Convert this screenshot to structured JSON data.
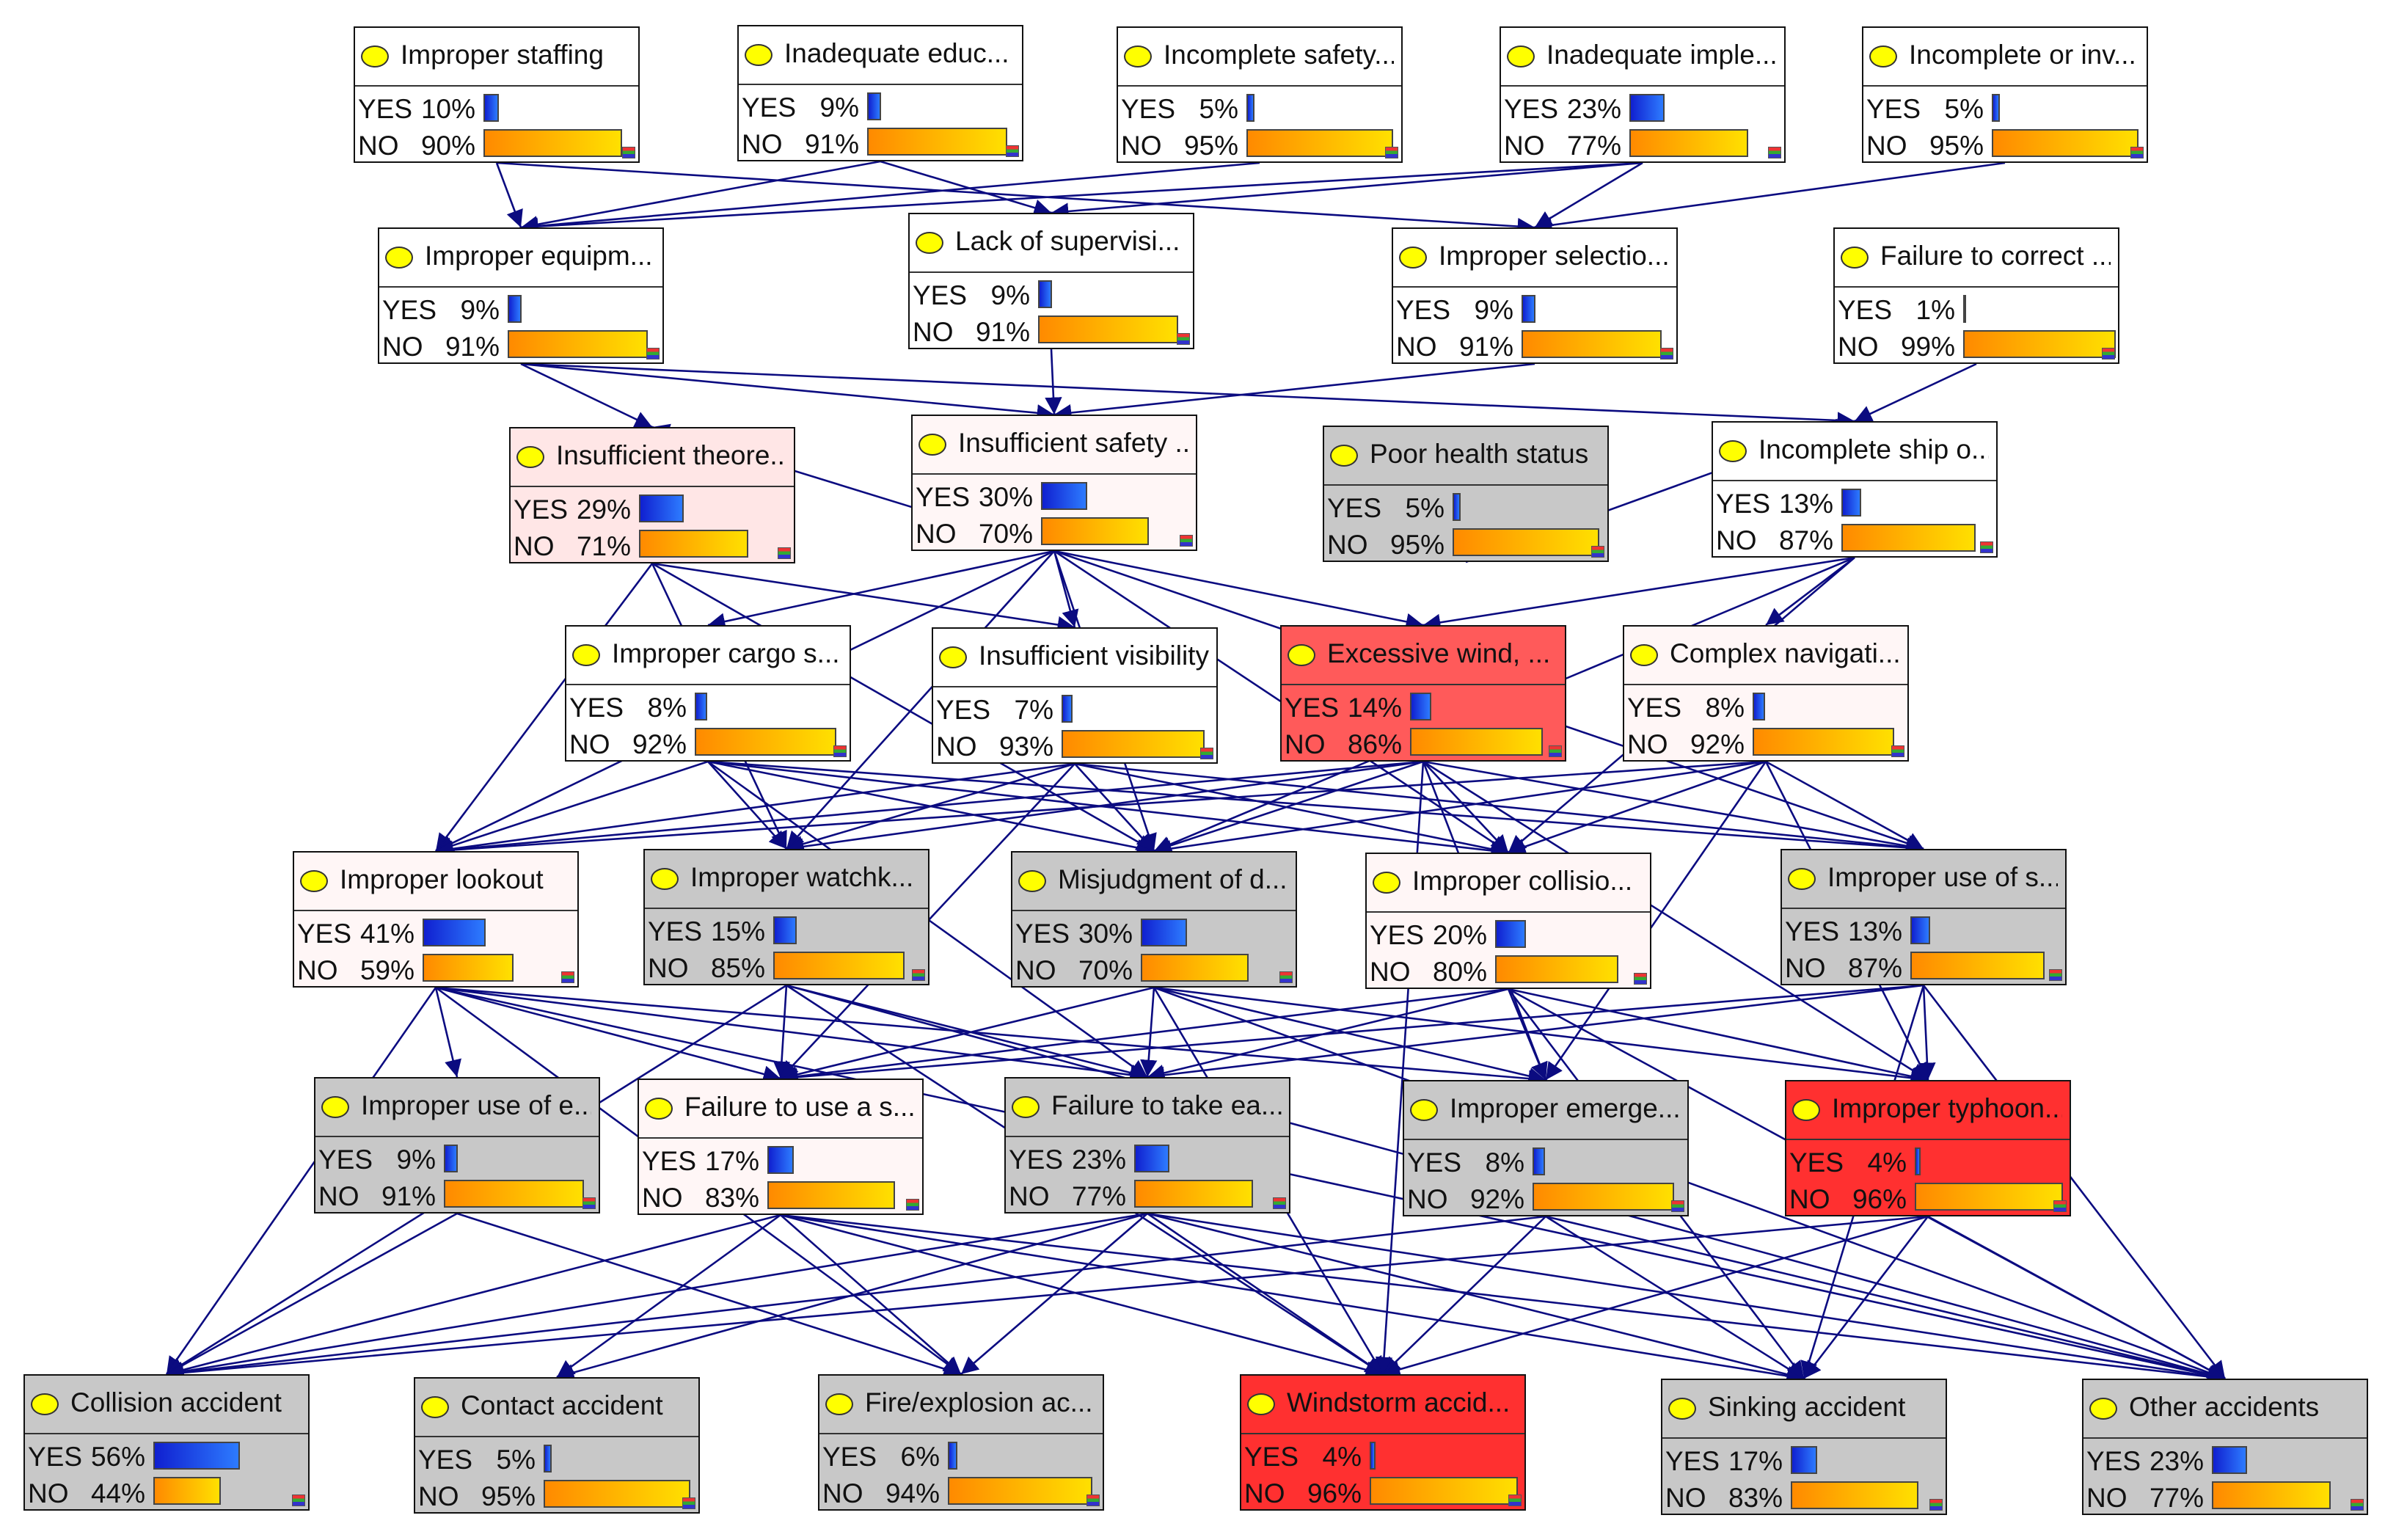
{
  "diagram": {
    "colors": {
      "edge": "#0b0b80",
      "bulb": "#ffff00",
      "bar_yes": "#1e4fff",
      "bar_no": "#ff9a00"
    },
    "nodes": [
      {
        "id": "n1",
        "title": "Improper staffing",
        "yes_label": "YES",
        "yes_pct": "10%",
        "yes": 0.1,
        "no_label": "NO",
        "no_pct": "90%",
        "no": 0.9,
        "bg": "white"
      },
      {
        "id": "n2",
        "title": "Inadequate educ...",
        "yes_label": "YES",
        "yes_pct": "9%",
        "yes": 0.09,
        "no_label": "NO",
        "no_pct": "91%",
        "no": 0.91,
        "bg": "white"
      },
      {
        "id": "n3",
        "title": "Incomplete safety...",
        "yes_label": "YES",
        "yes_pct": "5%",
        "yes": 0.05,
        "no_label": "NO",
        "no_pct": "95%",
        "no": 0.95,
        "bg": "white"
      },
      {
        "id": "n4",
        "title": "Inadequate imple...",
        "yes_label": "YES",
        "yes_pct": "23%",
        "yes": 0.23,
        "no_label": "NO",
        "no_pct": "77%",
        "no": 0.77,
        "bg": "white"
      },
      {
        "id": "n5",
        "title": "Incomplete or inv...",
        "yes_label": "YES",
        "yes_pct": "5%",
        "yes": 0.05,
        "no_label": "NO",
        "no_pct": "95%",
        "no": 0.95,
        "bg": "white"
      },
      {
        "id": "n6",
        "title": "Improper equipm...",
        "yes_label": "YES",
        "yes_pct": "9%",
        "yes": 0.09,
        "no_label": "NO",
        "no_pct": "91%",
        "no": 0.91,
        "bg": "white"
      },
      {
        "id": "n7",
        "title": "Lack of supervisi...",
        "yes_label": "YES",
        "yes_pct": "9%",
        "yes": 0.09,
        "no_label": "NO",
        "no_pct": "91%",
        "no": 0.91,
        "bg": "white"
      },
      {
        "id": "n8",
        "title": "Improper selectio...",
        "yes_label": "YES",
        "yes_pct": "9%",
        "yes": 0.09,
        "no_label": "NO",
        "no_pct": "91%",
        "no": 0.91,
        "bg": "white"
      },
      {
        "id": "n9",
        "title": "Failure to correct ...",
        "yes_label": "YES",
        "yes_pct": "1%",
        "yes": 0.01,
        "no_label": "NO",
        "no_pct": "99%",
        "no": 0.99,
        "bg": "white"
      },
      {
        "id": "n10",
        "title": "Insufficient theore...",
        "yes_label": "YES",
        "yes_pct": "29%",
        "yes": 0.29,
        "no_label": "NO",
        "no_pct": "71%",
        "no": 0.71,
        "bg": "pink"
      },
      {
        "id": "n11",
        "title": "Insufficient safety ...",
        "yes_label": "YES",
        "yes_pct": "30%",
        "yes": 0.3,
        "no_label": "NO",
        "no_pct": "70%",
        "no": 0.7,
        "bg": "light"
      },
      {
        "id": "n12",
        "title": "Poor health status",
        "yes_label": "YES",
        "yes_pct": "5%",
        "yes": 0.05,
        "no_label": "NO",
        "no_pct": "95%",
        "no": 0.95,
        "bg": "gray"
      },
      {
        "id": "n13",
        "title": "Incomplete ship o...",
        "yes_label": "YES",
        "yes_pct": "13%",
        "yes": 0.13,
        "no_label": "NO",
        "no_pct": "87%",
        "no": 0.87,
        "bg": "white"
      },
      {
        "id": "n14",
        "title": "Improper cargo s...",
        "yes_label": "YES",
        "yes_pct": "8%",
        "yes": 0.08,
        "no_label": "NO",
        "no_pct": "92%",
        "no": 0.92,
        "bg": "white"
      },
      {
        "id": "n15",
        "title": "Insufficient visibility",
        "yes_label": "YES",
        "yes_pct": "7%",
        "yes": 0.07,
        "no_label": "NO",
        "no_pct": "93%",
        "no": 0.93,
        "bg": "white"
      },
      {
        "id": "n16",
        "title": "Excessive wind, ...",
        "yes_label": "YES",
        "yes_pct": "14%",
        "yes": 0.14,
        "no_label": "NO",
        "no_pct": "86%",
        "no": 0.86,
        "bg": "redlight"
      },
      {
        "id": "n17",
        "title": "Complex navigati...",
        "yes_label": "YES",
        "yes_pct": "8%",
        "yes": 0.08,
        "no_label": "NO",
        "no_pct": "92%",
        "no": 0.92,
        "bg": "light"
      },
      {
        "id": "n18",
        "title": "Improper lookout",
        "yes_label": "YES",
        "yes_pct": "41%",
        "yes": 0.41,
        "no_label": "NO",
        "no_pct": "59%",
        "no": 0.59,
        "bg": "light"
      },
      {
        "id": "n19",
        "title": "Improper watchk...",
        "yes_label": "YES",
        "yes_pct": "15%",
        "yes": 0.15,
        "no_label": "NO",
        "no_pct": "85%",
        "no": 0.85,
        "bg": "gray"
      },
      {
        "id": "n20",
        "title": "Misjudgment of d...",
        "yes_label": "YES",
        "yes_pct": "30%",
        "yes": 0.3,
        "no_label": "NO",
        "no_pct": "70%",
        "no": 0.7,
        "bg": "gray"
      },
      {
        "id": "n21",
        "title": "Improper collisio...",
        "yes_label": "YES",
        "yes_pct": "20%",
        "yes": 0.2,
        "no_label": "NO",
        "no_pct": "80%",
        "no": 0.8,
        "bg": "light"
      },
      {
        "id": "n22",
        "title": "Improper use of s...",
        "yes_label": "YES",
        "yes_pct": "13%",
        "yes": 0.13,
        "no_label": "NO",
        "no_pct": "87%",
        "no": 0.87,
        "bg": "gray"
      },
      {
        "id": "n23",
        "title": "Improper use of e...",
        "yes_label": "YES",
        "yes_pct": "9%",
        "yes": 0.09,
        "no_label": "NO",
        "no_pct": "91%",
        "no": 0.91,
        "bg": "gray"
      },
      {
        "id": "n24",
        "title": "Failure to use a s...",
        "yes_label": "YES",
        "yes_pct": "17%",
        "yes": 0.17,
        "no_label": "NO",
        "no_pct": "83%",
        "no": 0.83,
        "bg": "light"
      },
      {
        "id": "n25",
        "title": "Failure to take ea...",
        "yes_label": "YES",
        "yes_pct": "23%",
        "yes": 0.23,
        "no_label": "NO",
        "no_pct": "77%",
        "no": 0.77,
        "bg": "gray"
      },
      {
        "id": "n26",
        "title": "Improper emerge...",
        "yes_label": "YES",
        "yes_pct": "8%",
        "yes": 0.08,
        "no_label": "NO",
        "no_pct": "92%",
        "no": 0.92,
        "bg": "gray"
      },
      {
        "id": "n27",
        "title": "Improper typhoon...",
        "yes_label": "YES",
        "yes_pct": "4%",
        "yes": 0.04,
        "no_label": "NO",
        "no_pct": "96%",
        "no": 0.96,
        "bg": "red"
      },
      {
        "id": "n28",
        "title": "Collision accident",
        "yes_label": "YES",
        "yes_pct": "56%",
        "yes": 0.56,
        "no_label": "NO",
        "no_pct": "44%",
        "no": 0.44,
        "bg": "gray"
      },
      {
        "id": "n29",
        "title": "Contact accident",
        "yes_label": "YES",
        "yes_pct": "5%",
        "yes": 0.05,
        "no_label": "NO",
        "no_pct": "95%",
        "no": 0.95,
        "bg": "gray"
      },
      {
        "id": "n30",
        "title": "Fire/explosion ac...",
        "yes_label": "YES",
        "yes_pct": "6%",
        "yes": 0.06,
        "no_label": "NO",
        "no_pct": "94%",
        "no": 0.94,
        "bg": "gray"
      },
      {
        "id": "n31",
        "title": "Windstorm accid...",
        "yes_label": "YES",
        "yes_pct": "4%",
        "yes": 0.04,
        "no_label": "NO",
        "no_pct": "96%",
        "no": 0.96,
        "bg": "red"
      },
      {
        "id": "n32",
        "title": "Sinking accident",
        "yes_label": "YES",
        "yes_pct": "17%",
        "yes": 0.17,
        "no_label": "NO",
        "no_pct": "83%",
        "no": 0.83,
        "bg": "gray"
      },
      {
        "id": "n33",
        "title": "Other accidents",
        "yes_label": "YES",
        "yes_pct": "23%",
        "yes": 0.23,
        "no_label": "NO",
        "no_pct": "77%",
        "no": 0.77,
        "bg": "gray"
      }
    ],
    "edges": [
      [
        "n1",
        "n6"
      ],
      [
        "n1",
        "n8"
      ],
      [
        "n2",
        "n6"
      ],
      [
        "n2",
        "n7"
      ],
      [
        "n3",
        "n6"
      ],
      [
        "n4",
        "n6"
      ],
      [
        "n4",
        "n7"
      ],
      [
        "n4",
        "n8"
      ],
      [
        "n5",
        "n8"
      ],
      [
        "n9",
        "n13"
      ],
      [
        "n6",
        "n10"
      ],
      [
        "n6",
        "n11"
      ],
      [
        "n6",
        "n13"
      ],
      [
        "n7",
        "n11"
      ],
      [
        "n8",
        "n11"
      ],
      [
        "n11",
        "n10"
      ],
      [
        "n12",
        "n13"
      ],
      [
        "n10",
        "n18"
      ],
      [
        "n10",
        "n15"
      ],
      [
        "n10",
        "n19"
      ],
      [
        "n10",
        "n20"
      ],
      [
        "n11",
        "n14"
      ],
      [
        "n11",
        "n15"
      ],
      [
        "n11",
        "n16"
      ],
      [
        "n11",
        "n18"
      ],
      [
        "n11",
        "n19"
      ],
      [
        "n11",
        "n20"
      ],
      [
        "n11",
        "n21"
      ],
      [
        "n11",
        "n22"
      ],
      [
        "n13",
        "n16"
      ],
      [
        "n13",
        "n17"
      ],
      [
        "n13",
        "n20"
      ],
      [
        "n13",
        "n21"
      ],
      [
        "n14",
        "n18"
      ],
      [
        "n14",
        "n19"
      ],
      [
        "n14",
        "n20"
      ],
      [
        "n14",
        "n21"
      ],
      [
        "n14",
        "n22"
      ],
      [
        "n15",
        "n18"
      ],
      [
        "n15",
        "n19"
      ],
      [
        "n15",
        "n20"
      ],
      [
        "n15",
        "n21"
      ],
      [
        "n15",
        "n22"
      ],
      [
        "n16",
        "n18"
      ],
      [
        "n16",
        "n19"
      ],
      [
        "n16",
        "n20"
      ],
      [
        "n16",
        "n21"
      ],
      [
        "n16",
        "n22"
      ],
      [
        "n17",
        "n18"
      ],
      [
        "n17",
        "n20"
      ],
      [
        "n17",
        "n21"
      ],
      [
        "n17",
        "n22"
      ],
      [
        "n18",
        "n23"
      ],
      [
        "n18",
        "n24"
      ],
      [
        "n18",
        "n25"
      ],
      [
        "n18",
        "n28"
      ],
      [
        "n18",
        "n26"
      ],
      [
        "n19",
        "n24"
      ],
      [
        "n19",
        "n25"
      ],
      [
        "n19",
        "n28"
      ],
      [
        "n20",
        "n24"
      ],
      [
        "n20",
        "n25"
      ],
      [
        "n20",
        "n26"
      ],
      [
        "n20",
        "n27"
      ],
      [
        "n21",
        "n24"
      ],
      [
        "n21",
        "n25"
      ],
      [
        "n21",
        "n26"
      ],
      [
        "n21",
        "n27"
      ],
      [
        "n22",
        "n24"
      ],
      [
        "n22",
        "n25"
      ],
      [
        "n22",
        "n27"
      ],
      [
        "n22",
        "n32"
      ],
      [
        "n22",
        "n33"
      ],
      [
        "n14",
        "n25"
      ],
      [
        "n16",
        "n27"
      ],
      [
        "n16",
        "n26"
      ],
      [
        "n15",
        "n24"
      ],
      [
        "n17",
        "n27"
      ],
      [
        "n17",
        "n26"
      ],
      [
        "n23",
        "n28"
      ],
      [
        "n23",
        "n30"
      ],
      [
        "n24",
        "n28"
      ],
      [
        "n24",
        "n29"
      ],
      [
        "n24",
        "n30"
      ],
      [
        "n24",
        "n31"
      ],
      [
        "n24",
        "n32"
      ],
      [
        "n24",
        "n33"
      ],
      [
        "n25",
        "n28"
      ],
      [
        "n25",
        "n29"
      ],
      [
        "n25",
        "n30"
      ],
      [
        "n25",
        "n31"
      ],
      [
        "n25",
        "n32"
      ],
      [
        "n25",
        "n33"
      ],
      [
        "n26",
        "n28"
      ],
      [
        "n26",
        "n31"
      ],
      [
        "n26",
        "n32"
      ],
      [
        "n26",
        "n33"
      ],
      [
        "n27",
        "n28"
      ],
      [
        "n27",
        "n31"
      ],
      [
        "n27",
        "n32"
      ],
      [
        "n27",
        "n33"
      ],
      [
        "n19",
        "n31"
      ],
      [
        "n20",
        "n31"
      ],
      [
        "n20",
        "n33"
      ],
      [
        "n21",
        "n32"
      ],
      [
        "n21",
        "n33"
      ],
      [
        "n18",
        "n33"
      ],
      [
        "n18",
        "n30"
      ],
      [
        "n19",
        "n33"
      ],
      [
        "n16",
        "n31"
      ]
    ]
  }
}
